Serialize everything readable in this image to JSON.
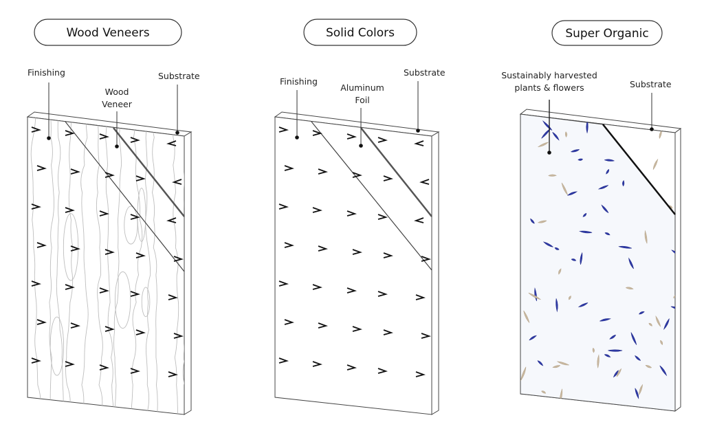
{
  "panels": [
    {
      "title": "Wood Veneers",
      "labels": {
        "finishing": "Finishing",
        "layer_line1": "Wood",
        "layer_line2": "Veneer",
        "substrate": "Substrate"
      }
    },
    {
      "title": "Solid Colors",
      "labels": {
        "finishing": "Finishing",
        "layer_line1": "Aluminum",
        "layer_line2": "Foil",
        "substrate": "Substrate"
      }
    },
    {
      "title": "Super Organic",
      "labels": {
        "layer_line1": "Sustainably harvested",
        "layer_line2": "plants & flowers",
        "substrate": "Substrate"
      }
    }
  ],
  "colors": {
    "line": "#333333",
    "grain": "#bdbdbd",
    "petal_blue": "#2f3aa8",
    "petal_beige": "#c9b8a0",
    "organic_bg": "#f6f8fc"
  }
}
